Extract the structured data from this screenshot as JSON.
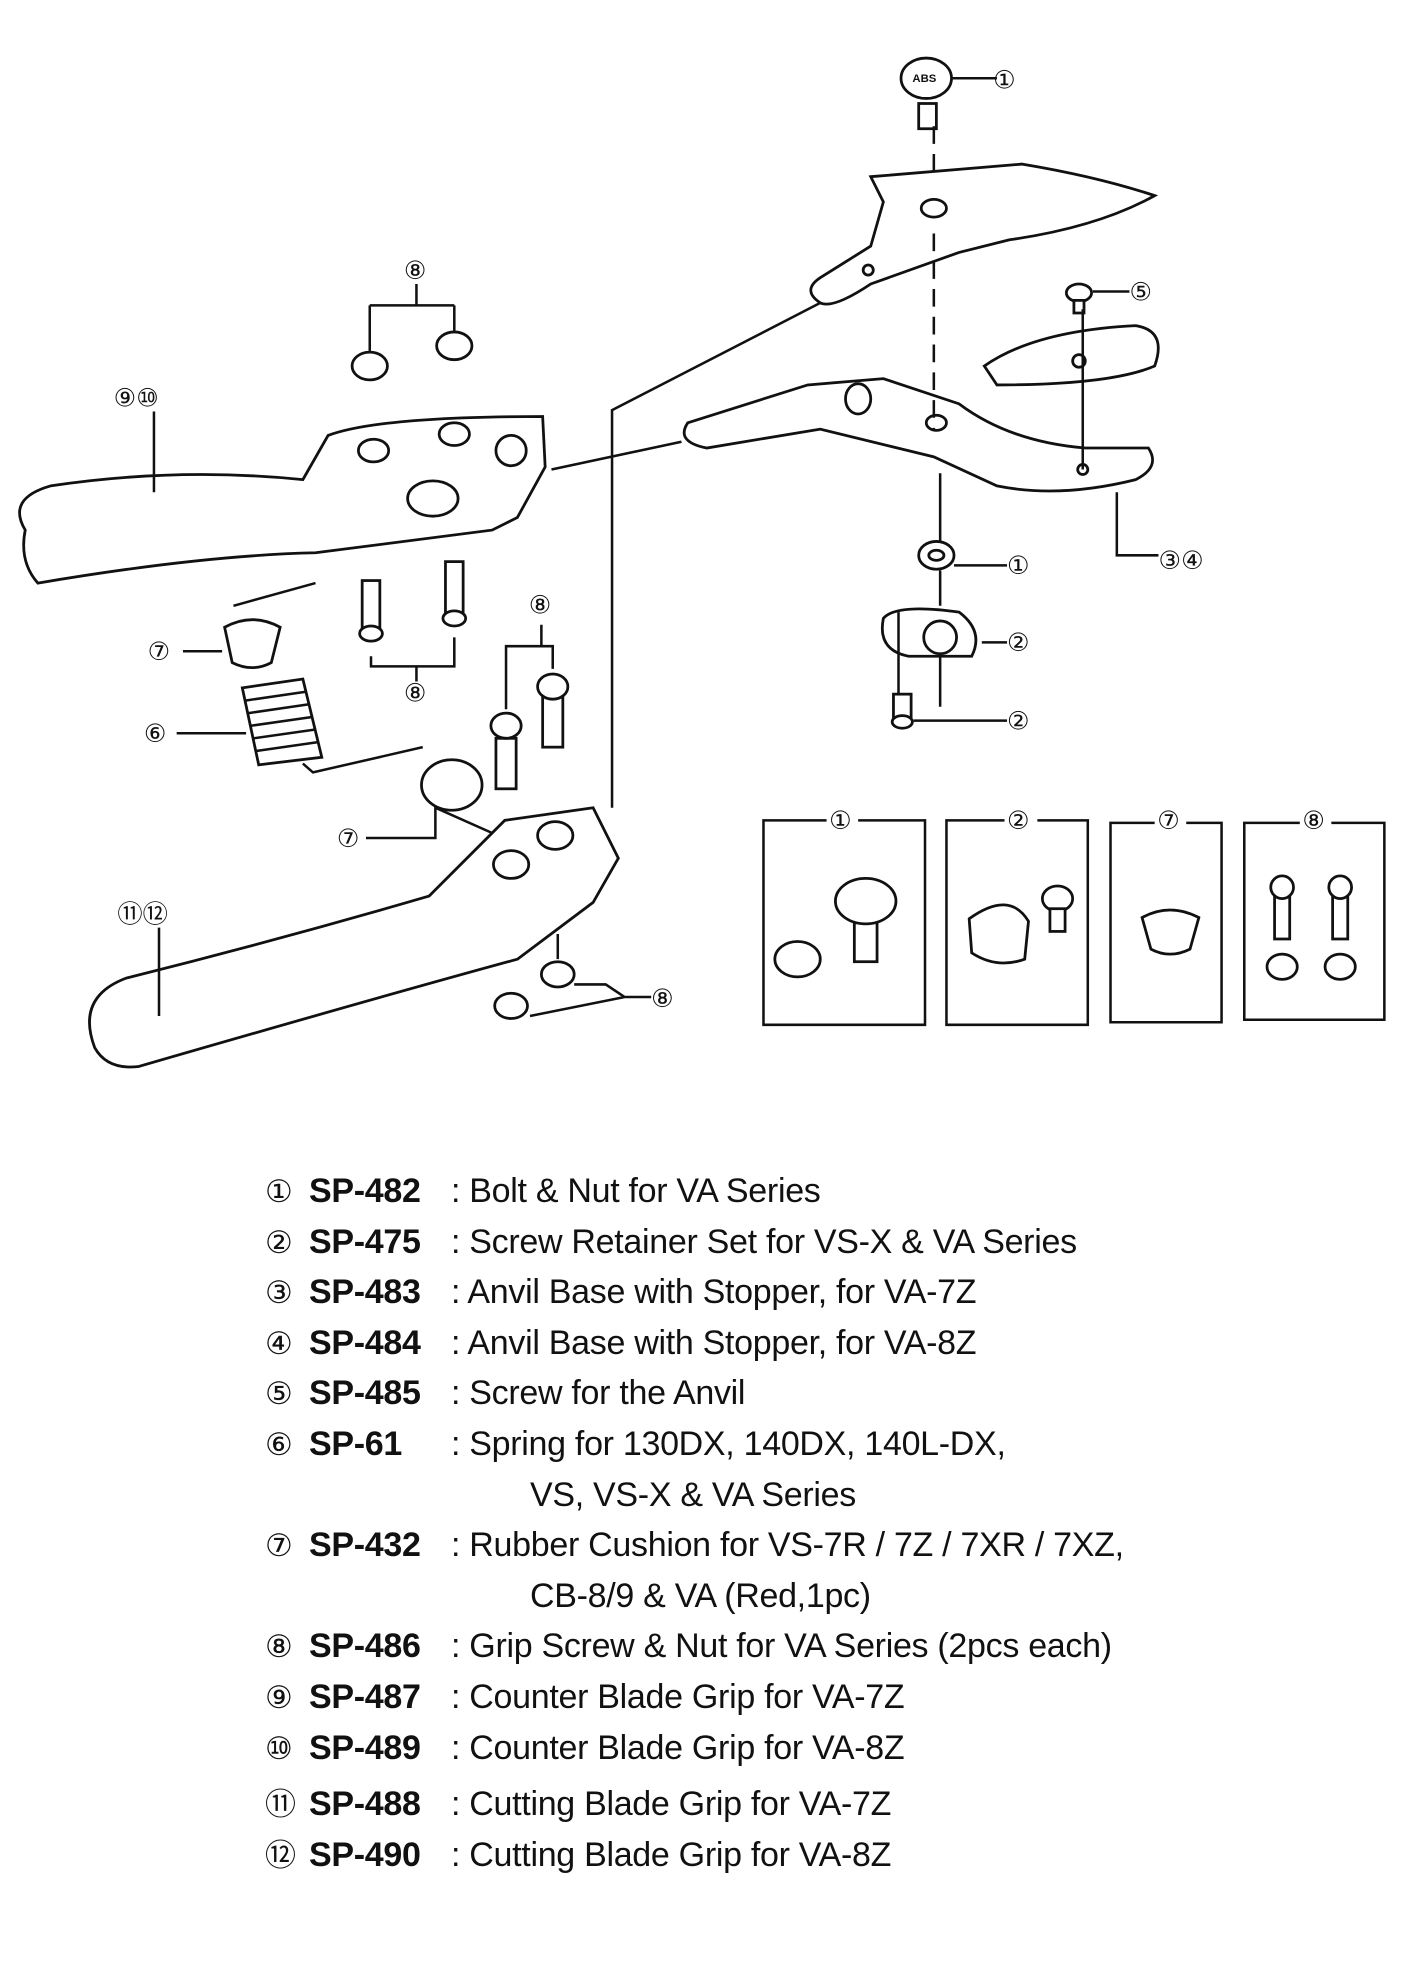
{
  "diagram": {
    "logo_text": "ABS",
    "callouts": [
      "①",
      "⑤",
      "③④",
      "①",
      "②",
      "②",
      "⑧",
      "⑨⑩",
      "⑦",
      "⑥",
      "⑧",
      "⑧",
      "⑦",
      "⑪⑫",
      "⑧"
    ],
    "insets": [
      "①",
      "②",
      "⑦",
      "⑧"
    ]
  },
  "parts": [
    {
      "num": "①",
      "code": "SP-482",
      "desc": ": Bolt & Nut for VA Series"
    },
    {
      "num": "②",
      "code": "SP-475",
      "desc": ": Screw Retainer Set for VS-X & VA Series"
    },
    {
      "num": "③",
      "code": "SP-483",
      "desc": ": Anvil Base with Stopper, for VA-7Z"
    },
    {
      "num": "④",
      "code": "SP-484",
      "desc": ": Anvil Base with Stopper, for VA-8Z"
    },
    {
      "num": "⑤",
      "code": "SP-485",
      "desc": ": Screw for the Anvil"
    },
    {
      "num": "⑥",
      "code": "SP-61",
      "desc": ": Spring for 130DX, 140DX, 140L-DX,",
      "cont": "VS, VS-X & VA Series"
    },
    {
      "num": "⑦",
      "code": "SP-432",
      "desc": ": Rubber Cushion for VS-7R / 7Z / 7XR / 7XZ,",
      "cont": "CB-8/9 & VA (Red,1pc)"
    },
    {
      "num": "⑧",
      "code": "SP-486",
      "desc": ": Grip Screw & Nut for VA Series (2pcs each)"
    },
    {
      "num": "⑨",
      "code": "SP-487",
      "desc": ": Counter Blade Grip for VA-7Z"
    },
    {
      "num": "⑩",
      "code": "SP-489",
      "desc": ": Counter Blade Grip for VA-8Z"
    },
    {
      "num": "⑪",
      "code": "SP-488",
      "desc": ": Cutting Blade Grip for VA-7Z"
    },
    {
      "num": "⑫",
      "code": "SP-490",
      "desc": ": Cutting Blade Grip for VA-8Z"
    }
  ]
}
